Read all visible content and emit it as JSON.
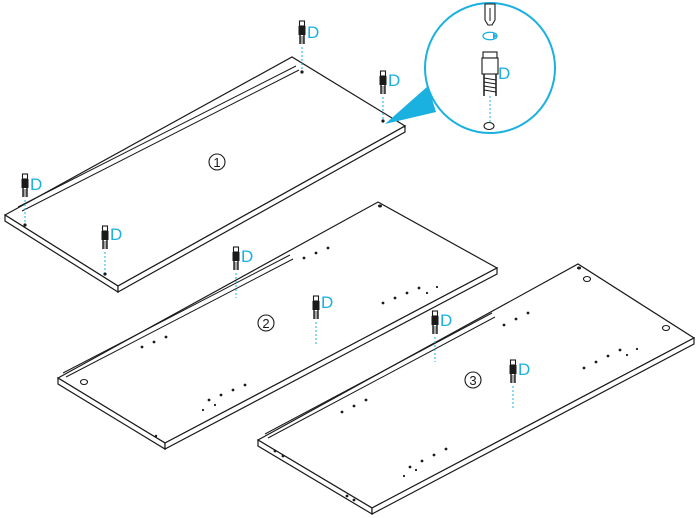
{
  "panels": [
    {
      "number": "1"
    },
    {
      "number": "2"
    },
    {
      "number": "3"
    }
  ],
  "part_label": "D",
  "colors": {
    "line": "#1a1a1a",
    "accent": "#1ab0e0",
    "background": "#ffffff"
  },
  "icons": [
    "screwdriver-icon",
    "rotate-arrow-icon",
    "cam-bolt-icon"
  ]
}
